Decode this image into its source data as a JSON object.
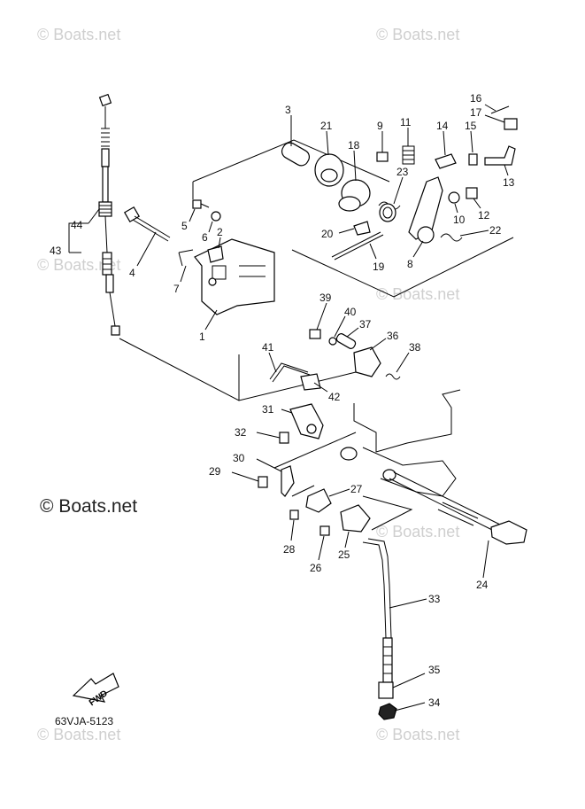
{
  "watermark_text": "© Boats.net",
  "drawing_code": "63VJA-5123",
  "fwd_label": "FWD",
  "callouts": [
    "1",
    "2",
    "3",
    "4",
    "5",
    "6",
    "7",
    "8",
    "9",
    "10",
    "11",
    "12",
    "13",
    "14",
    "15",
    "16",
    "17",
    "18",
    "19",
    "20",
    "21",
    "22",
    "23",
    "24",
    "25",
    "26",
    "27",
    "28",
    "29",
    "30",
    "31",
    "32",
    "33",
    "34",
    "35",
    "36",
    "37",
    "38",
    "39",
    "40",
    "41",
    "42",
    "43",
    "44"
  ]
}
